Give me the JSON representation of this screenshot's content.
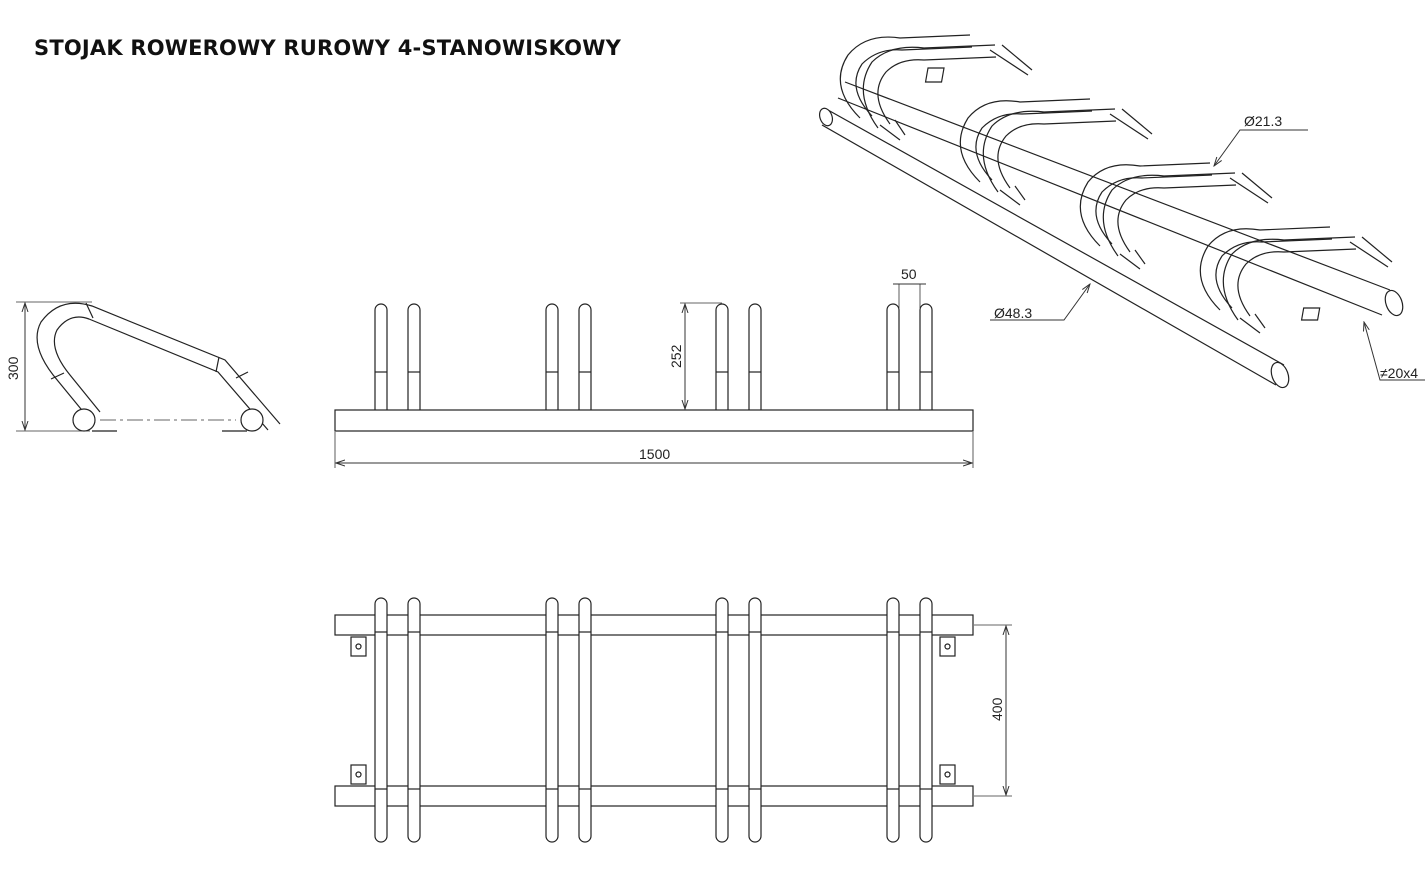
{
  "title": "STOJAK ROWEROWY RUROWY 4-STANOWISKOWY",
  "dimensions": {
    "height": "300",
    "hoop_height": "252",
    "hoop_gap": "50",
    "length": "1500",
    "width": "400",
    "small_tube_diameter": "Ø21.3",
    "main_tube_diameter": "Ø48.3",
    "plate": "≠20x4"
  },
  "line_color": "#222222"
}
